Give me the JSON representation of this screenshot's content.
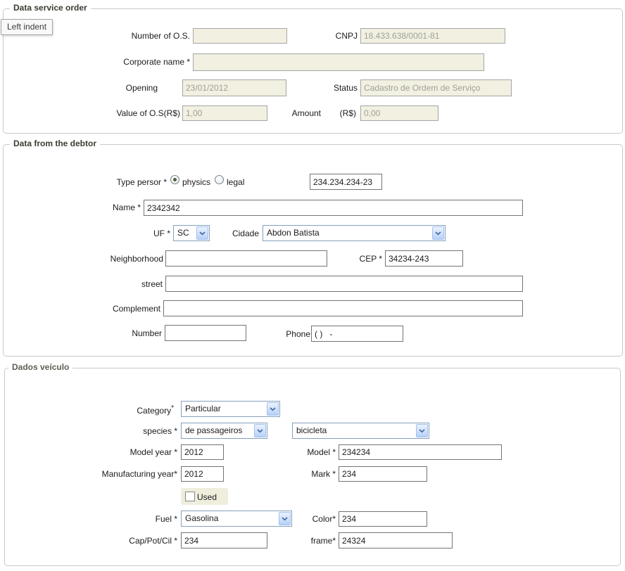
{
  "tooltip": {
    "text": "Left indent"
  },
  "colors": {
    "fieldset_border": "#c9c9c9",
    "field_border": "#747474",
    "disabled_field_bg": "#f1f0e1",
    "disabled_field_text": "#a1a098",
    "combo_border": "#85a0bc",
    "combo_button_bg": "#cfe1fb",
    "combo_arrow": "#4a6aa5",
    "used_patch_bg": "#efeedd"
  },
  "s1": {
    "legend": "Data service order",
    "number_os_label": "Number of O.S.",
    "number_os_value": "",
    "cnpj_label": "CNPJ",
    "cnpj_value": "18.433.638/0001-81",
    "corporate_label": "Corporate name *",
    "corporate_value": "",
    "opening_label": "Opening",
    "opening_value": "23/01/2012",
    "status_label": "Status",
    "status_value": "Cadastro de Ordem de Serviço",
    "value_label": "Value of O.S(R$)",
    "value_value": "1,00",
    "amount_label": "Amount",
    "amount_currency_label": "(R$)",
    "amount_value": "0,00"
  },
  "s2": {
    "legend": "Data from the debtor",
    "type_label": "Type persor *",
    "type_options": [
      "physics",
      "legal"
    ],
    "type_selected": "physics",
    "document_value": "234.234.234-23",
    "name_label": "Name *",
    "name_value": "2342342",
    "uf_label": "UF *",
    "uf_value": "SC",
    "city_label": "Cidade",
    "city_value": "Abdon Batista",
    "neighborhood_label": "Neighborhood",
    "neighborhood_value": "",
    "cep_label": "CEP *",
    "cep_value": "34234-243",
    "street_label": "street",
    "street_value": "",
    "complement_label": "Complement",
    "complement_value": "",
    "number_label": "Number",
    "number_value": "",
    "phone_label": "Phone",
    "phone_value": "( )   -"
  },
  "s3": {
    "legend": "Dados veículo",
    "category_label": "Category",
    "category_sup": "*",
    "category_value": "Particular",
    "species_label": "species *",
    "species_value": "de passageiros",
    "species_type_value": "bicicleta",
    "model_year_label": "Model year *",
    "model_year_value": "2012",
    "model_label": "Model *",
    "model_value": "234234",
    "manufacturing_label": "Manufacturing year*",
    "manufacturing_value": "2012",
    "mark_label": "Mark *",
    "mark_value": "234",
    "used_label": "Used",
    "used_checked": false,
    "fuel_label": "Fuel *",
    "fuel_value": "Gasolina",
    "color_label": "Color*",
    "color_value": "234",
    "cap_label": "Cap/Pot/Cil *",
    "cap_value": "234",
    "frame_label": "frame*",
    "frame_value": "24324"
  }
}
